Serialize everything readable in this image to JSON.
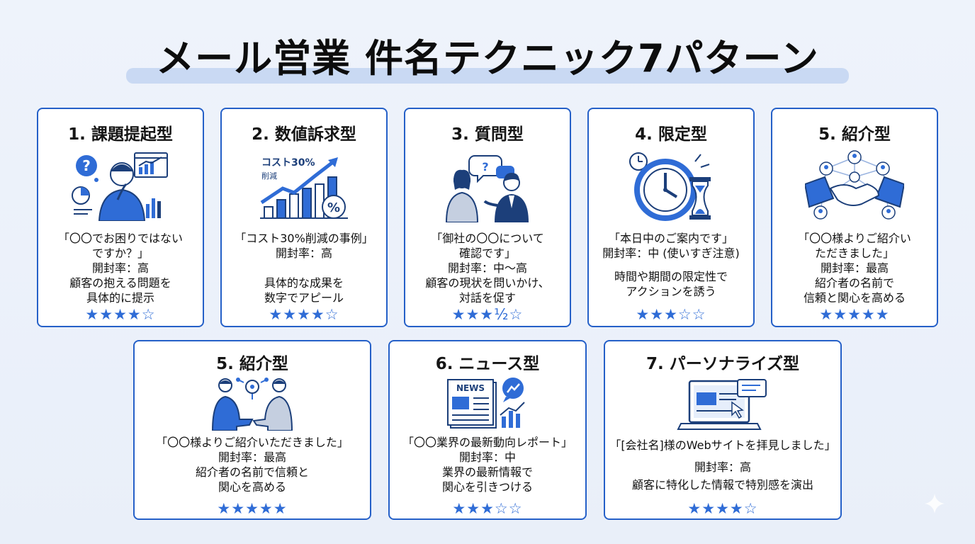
{
  "title": "メール営業 件名テクニック7パターン",
  "colors": {
    "accent": "#2560c8",
    "star": "#2f6cd6",
    "background": "#eef3fb"
  },
  "cards": [
    {
      "heading": "1. 課題提起型",
      "icon": "thinking-person-icon",
      "lines": [
        "「〇〇でお困りではない",
        "ですか？」",
        "開封率：高",
        "顧客の抱える問題を",
        "具体的に提示"
      ],
      "stars": "★★★★☆",
      "rating": 4
    },
    {
      "heading": "2. 数値訴求型",
      "icon": "growth-chart-icon",
      "chart_label_1": "コスト30%",
      "chart_label_2": "削減",
      "lines": [
        "「コスト30%削減の事例」",
        "開封率：高",
        "",
        "具体的な成果を",
        "数字でアピール"
      ],
      "stars": "★★★★☆",
      "rating": 4
    },
    {
      "heading": "3. 質問型",
      "icon": "conversation-icon",
      "lines": [
        "「御社の〇〇について",
        "確認です」",
        "開封率：中〜高",
        "顧客の現状を問いかけ、",
        "対話を促す"
      ],
      "stars": "★★★½☆",
      "rating": 3.5
    },
    {
      "heading": "4. 限定型",
      "icon": "clock-hourglass-icon",
      "lines": [
        "「本日中のご案内です」",
        "開封率：中 (使いすぎ注意)",
        "",
        "時間や期間の限定性で",
        "アクションを誘う"
      ],
      "stars": "★★★☆☆",
      "rating": 3
    },
    {
      "heading": "5. 紹介型",
      "icon": "handshake-network-icon",
      "lines": [
        "「〇〇様よりご紹介い",
        "ただきました」",
        "開封率：最高",
        "紹介者の名前で",
        "信頼と関心を高める"
      ],
      "stars": "★★★★★",
      "rating": 5
    },
    {
      "heading": "5. 紹介型",
      "icon": "business-handshake-icon",
      "lines": [
        "「〇〇様よりご紹介いただきました」",
        "開封率：最高",
        "紹介者の名前で信頼と",
        "関心を高める"
      ],
      "stars": "★★★★★",
      "rating": 5
    },
    {
      "heading": "6. ニュース型",
      "icon": "newspaper-icon",
      "news_label": "NEWS",
      "lines": [
        "「〇〇業界の最新動向レポート」",
        "開封率：中",
        "業界の最新情報で",
        "関心を引きつける"
      ],
      "stars": "★★★☆☆",
      "rating": 3
    },
    {
      "heading": "7. パーソナライズ型",
      "icon": "laptop-personalized-icon",
      "lines": [
        "「[会社名]様のWebサイトを拝見しました」",
        "",
        "開封率：高",
        "顧客に特化した情報で特別感を演出"
      ],
      "stars": "★★★★☆",
      "rating": 4
    }
  ]
}
